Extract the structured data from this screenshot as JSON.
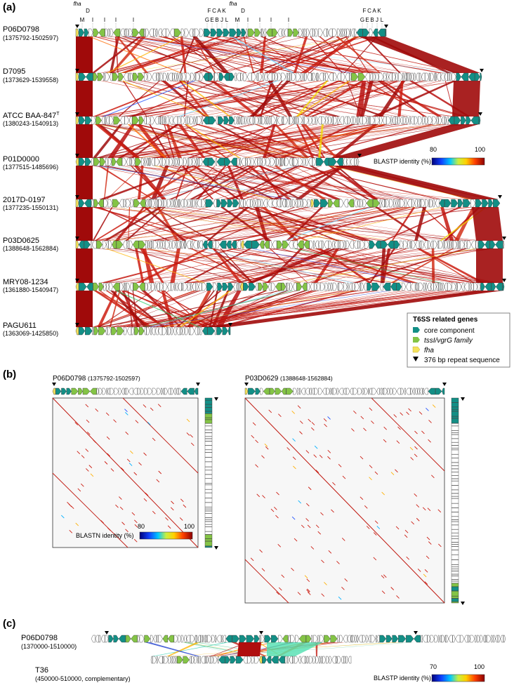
{
  "panels": {
    "a": {
      "label": "(a)"
    },
    "b": {
      "label": "(b)"
    },
    "c": {
      "label": "(c)"
    }
  },
  "panel_a": {
    "top_gene_labels": {
      "fha": "fha",
      "row1": [
        "D",
        "F",
        "C",
        "A",
        "K"
      ],
      "row2": [
        "M",
        "I",
        "I",
        "I",
        "I",
        "G",
        "E",
        "B",
        "J",
        "L"
      ]
    },
    "strains": [
      {
        "name": "P06D0798",
        "range": "(1375792-1502597)"
      },
      {
        "name": "D7095",
        "range": "(1373629-1539558)"
      },
      {
        "name": "ATCC BAA-847",
        "superscript": "T",
        "range": "(1380243-1540913)"
      },
      {
        "name": "P01D0000",
        "range": "(1377515-1485696)"
      },
      {
        "name": "2017D-0197",
        "range": "(1377235-1550131)"
      },
      {
        "name": "P03D0625",
        "range": "(1388648-1562884)"
      },
      {
        "name": "MRY08-1234",
        "range": "(1361880-1540947)"
      },
      {
        "name": "PAGU611",
        "range": "(1363069-1425850)"
      }
    ],
    "scale": {
      "label": "BLASTP identity (%)",
      "min": "80",
      "max": "100"
    },
    "legend": {
      "title": "T6SS related genes",
      "items": [
        {
          "label": "core component",
          "color": "#138f86"
        },
        {
          "label": "tssI/vgrG family",
          "color": "#84c446"
        },
        {
          "label": "fha",
          "color": "#f4e25c"
        },
        {
          "label": "376 bp repeat sequence",
          "color": "#000000"
        }
      ]
    }
  },
  "panel_b": {
    "left": {
      "title": "P06D0798",
      "range": "(1375792-1502597)"
    },
    "right": {
      "title": "P03D0629",
      "range": "(1388648-1562884)"
    },
    "scale": {
      "label": "BLASTN identity (%)",
      "min": "80",
      "max": "100"
    }
  },
  "panel_c": {
    "top": {
      "name": "P06D0798",
      "range": "(1370000-1510000)"
    },
    "bottom": {
      "name": "T36",
      "range": "(450000-510000, complementary)"
    },
    "scale": {
      "label": "BLASTP identity (%)",
      "min": "70",
      "max": "100"
    }
  },
  "colors": {
    "core": "#138f86",
    "vgrg": "#84c446",
    "fha": "#f4e25c",
    "link_dark": "#b00e0e",
    "link_mid": "#d22a1a",
    "dot_bg": "#f7f7f7"
  }
}
